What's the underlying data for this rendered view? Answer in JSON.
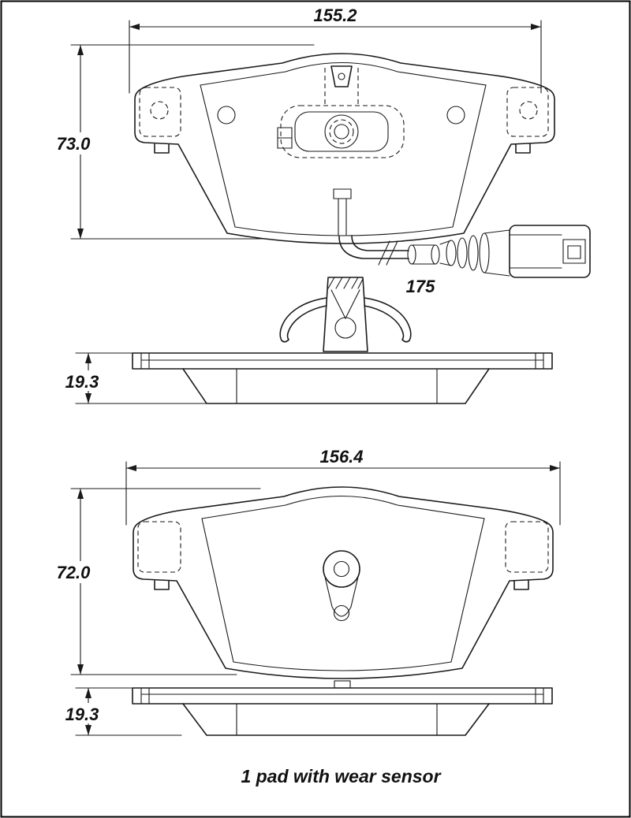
{
  "drawing": {
    "caption": "1 pad with wear sensor",
    "pad_sensor": {
      "width": "155.2",
      "height": "73.0",
      "wire_length": "175",
      "thickness": "19.3"
    },
    "pad_plain": {
      "width": "156.4",
      "height": "72.0",
      "thickness": "19.3"
    },
    "colors": {
      "line": "#1a1a1a",
      "background": "#ffffff"
    }
  }
}
